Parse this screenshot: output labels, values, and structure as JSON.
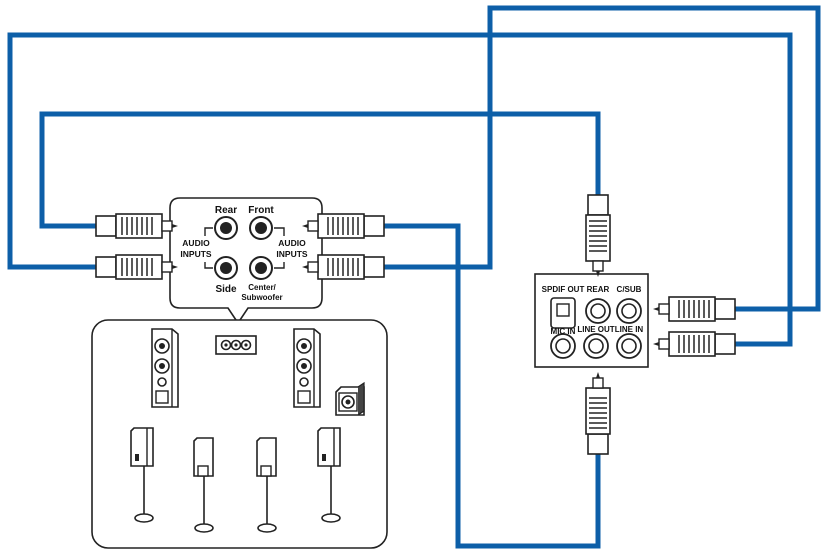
{
  "speaker_box": {
    "top_labels": {
      "rear": "Rear",
      "front": "Front"
    },
    "bottom_labels": {
      "side": "Side",
      "center_line1": "Center/",
      "center_line2": "Subwoofer"
    },
    "left_audio": {
      "line1": "AUDIO",
      "line2": "INPUTS"
    },
    "right_audio": {
      "line1": "AUDIO",
      "line2": "INPUTS"
    }
  },
  "motherboard_panel": {
    "spdif_out": "SPDIF OUT",
    "rear": "REAR",
    "c_sub": "C/SUB",
    "mic_in": "MIC IN",
    "line_out": "LINE OUT",
    "line_in": "LINE IN"
  },
  "colors": {
    "cable": "#0d5fa8",
    "outline": "#222222",
    "panel_fill": "#ffffff"
  },
  "icons": [
    "rca-plug-icon",
    "audio-jack-icon",
    "optical-port-icon",
    "tower-speaker-icon",
    "satellite-speaker-icon",
    "subwoofer-icon"
  ]
}
